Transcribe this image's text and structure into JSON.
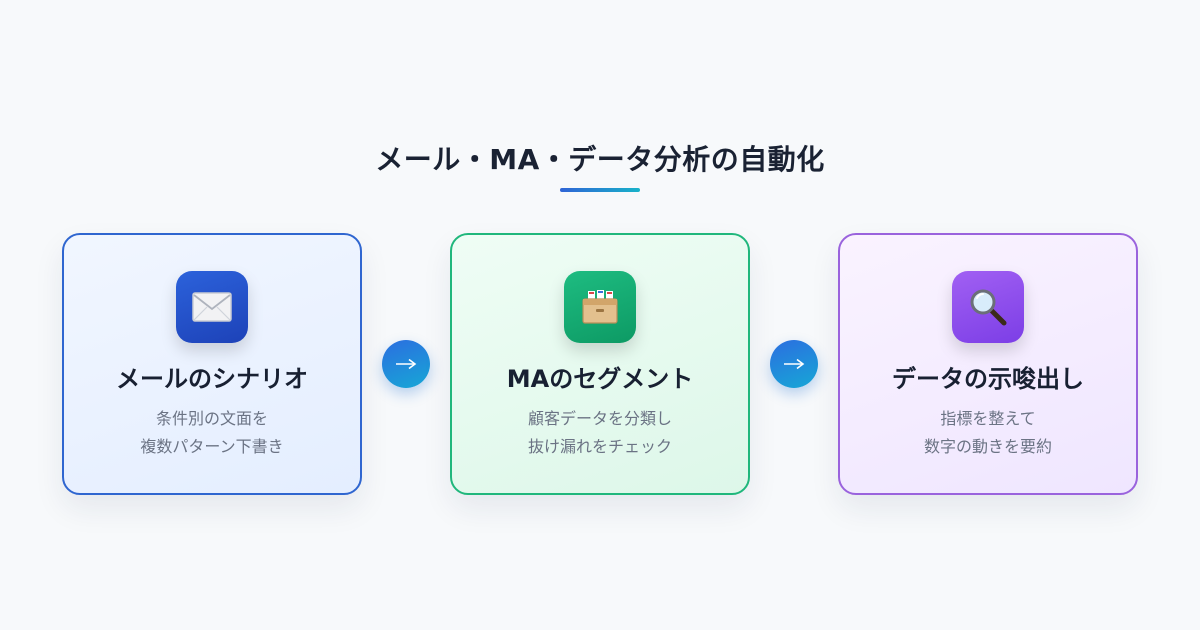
{
  "title": "メール・MA・データ分析の自動化",
  "cards": [
    {
      "icon": "envelope-icon",
      "title": "メールのシナリオ",
      "desc_lines": [
        "条件別の文面を",
        "複数パターン下書き"
      ]
    },
    {
      "icon": "card-file-box-icon",
      "title": "MAのセグメント",
      "desc_lines": [
        "顧客データを分類し",
        "抜け漏れをチェック"
      ]
    },
    {
      "icon": "magnifying-glass-icon",
      "title": "データの示唆出し",
      "desc_lines": [
        "指標を整えて",
        "数字の動きを要約"
      ]
    }
  ],
  "arrow_icon": "arrow-right-icon",
  "colors": {
    "accent_blue": "#2f66d0",
    "accent_green": "#20b77c",
    "accent_purple": "#9a63dd"
  }
}
